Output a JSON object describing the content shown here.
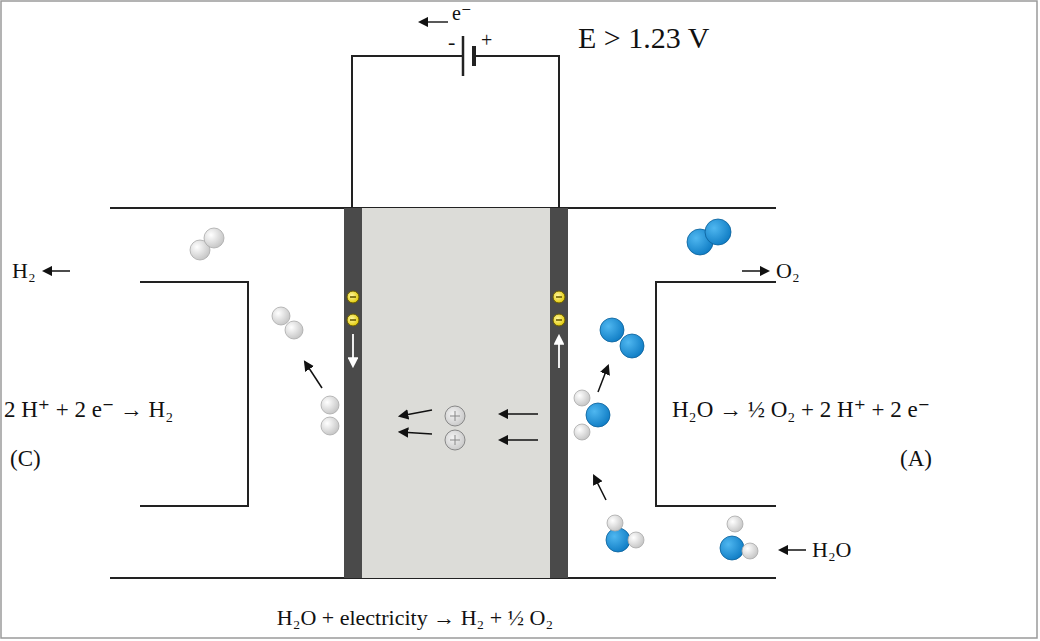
{
  "diagram": {
    "labels": [
      "e⁻",
      "E > 1.23 V",
      "-",
      "+",
      "H₂",
      "O₂",
      "2 H⁺ + 2 e⁻ → H₂",
      "(C)",
      "H₂O → ½ O₂ + 2 H⁺ + 2 e⁻",
      "(A)",
      "H₂O",
      "H₂O + electricity → H₂ + ½ O₂"
    ]
  }
}
